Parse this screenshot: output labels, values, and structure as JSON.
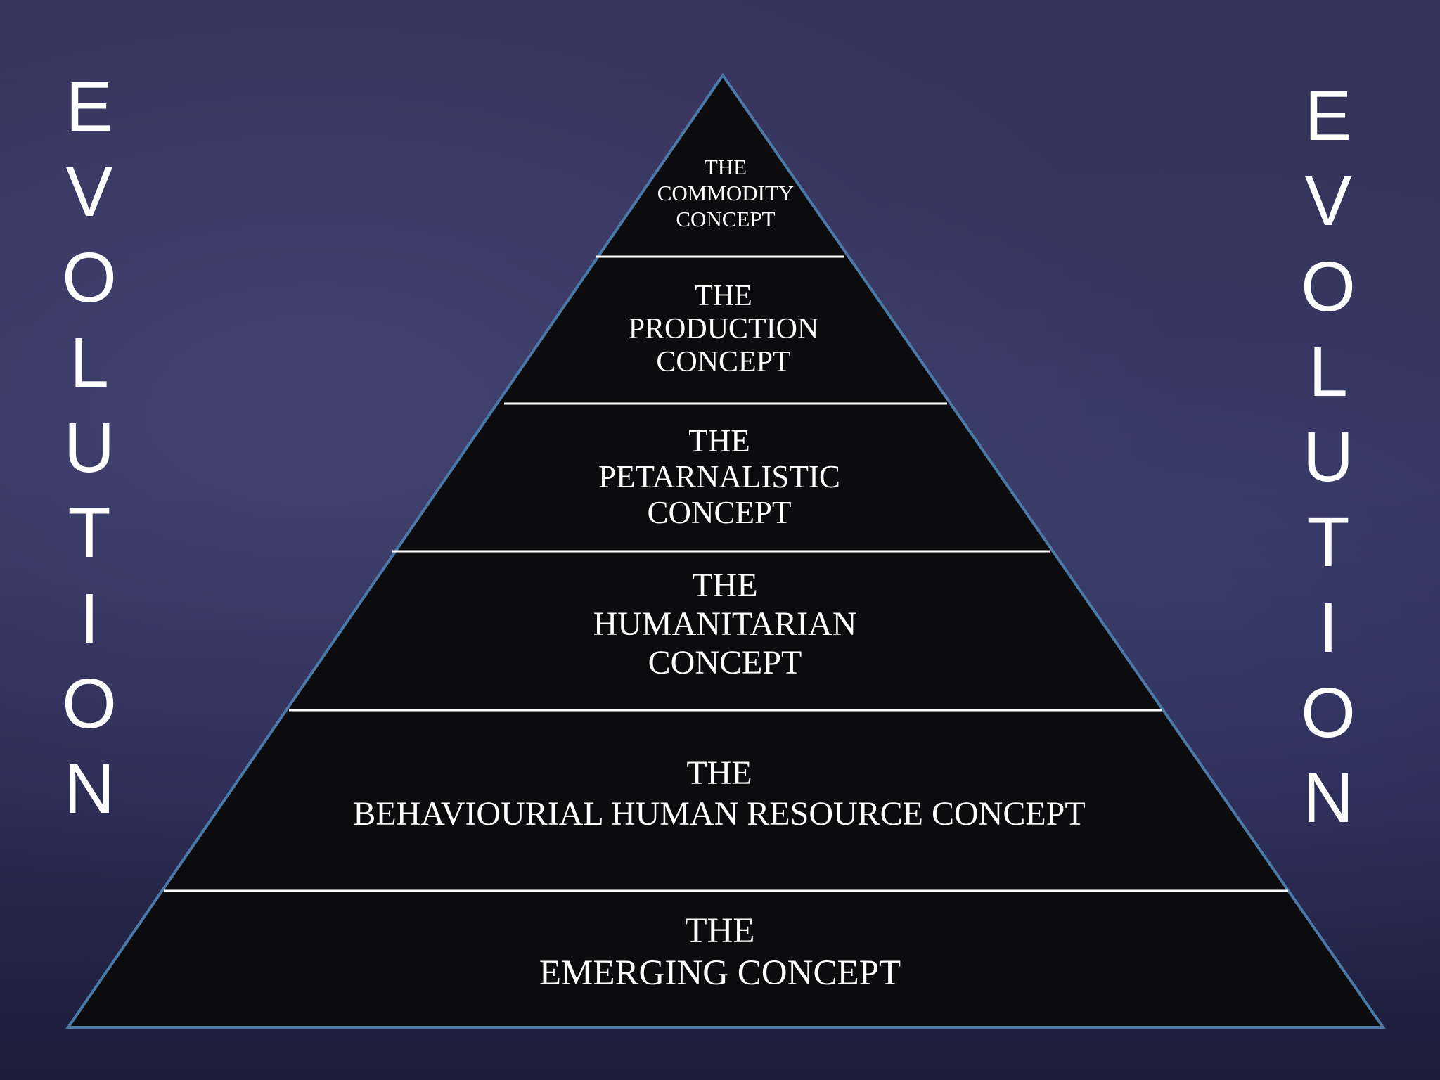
{
  "colors": {
    "pyramid_fill": "#0c0c0f",
    "pyramid_outline": "#4b79a8",
    "tier_divider": "#ffffff",
    "text": "#ffffff"
  },
  "left_word": {
    "letters": [
      "E",
      "V",
      "O",
      "L",
      "U",
      "T",
      "I",
      "O",
      "N"
    ]
  },
  "right_word": {
    "letters": [
      "E",
      "V",
      "O",
      "L",
      "U",
      "T",
      "I",
      "O",
      "N"
    ]
  },
  "pyramid": {
    "tiers": [
      {
        "lines": [
          "THE",
          "COMMODITY",
          "CONCEPT"
        ]
      },
      {
        "lines": [
          "THE",
          "PRODUCTION",
          "CONCEPT"
        ]
      },
      {
        "lines": [
          "THE",
          "PETARNALISTIC",
          "CONCEPT"
        ]
      },
      {
        "lines": [
          "THE",
          "HUMANITARIAN",
          "CONCEPT"
        ]
      },
      {
        "lines": [
          "THE",
          "BEHAVIOURIAL HUMAN RESOURCE CONCEPT"
        ]
      },
      {
        "lines": [
          "THE",
          "EMERGING CONCEPT"
        ]
      }
    ]
  }
}
